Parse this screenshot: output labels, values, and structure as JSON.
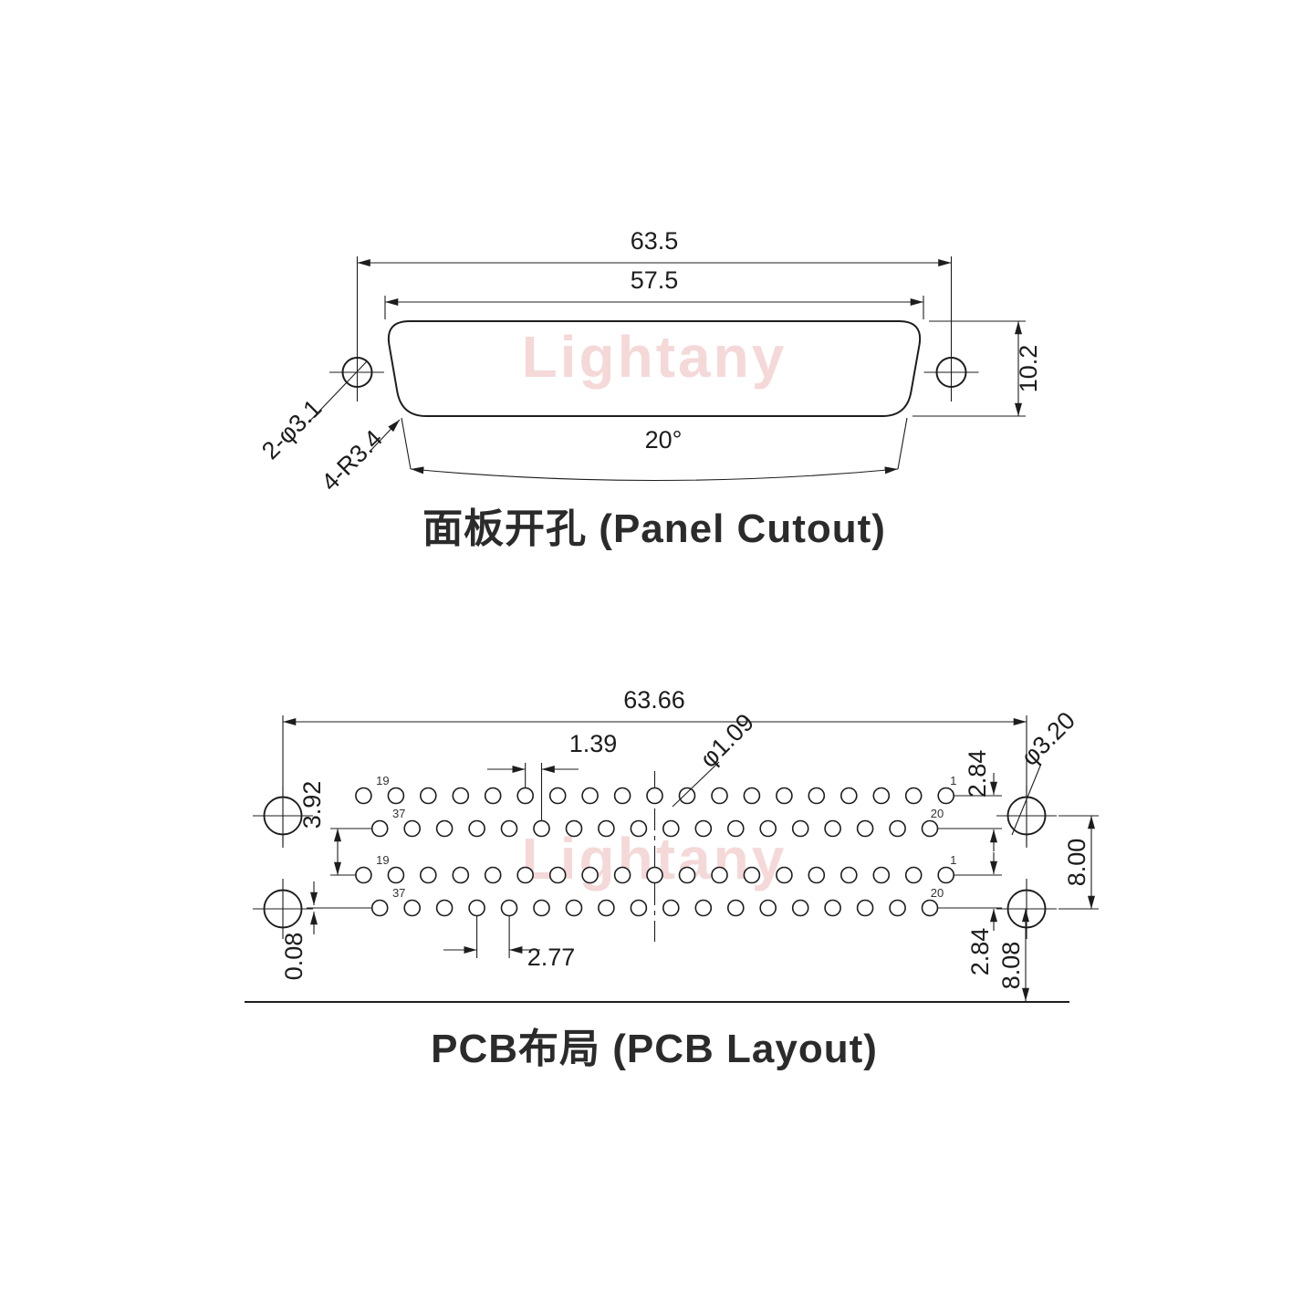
{
  "watermark": "Lightany",
  "panel_cutout": {
    "title": "面板开孔 (Panel Cutout)",
    "dim_total_width": "63.5",
    "dim_cutout_width": "57.5",
    "dim_height": "10.2",
    "dim_side_angle": "20°",
    "label_mount_holes": "2-φ3.1",
    "label_corner_radius": "4-R3.4"
  },
  "pcb_layout": {
    "title": "PCB布局 (PCB Layout)",
    "dim_total_width": "63.66",
    "dim_row_offset": "1.39",
    "dim_pin_hole_dia": "φ1.09",
    "dim_row_gap_upper": "2.84",
    "dim_mount_hole_dia": "φ3.20",
    "dim_port_gap": "3.92",
    "dim_mount_hole_spacing": "8.00",
    "dim_pin_pitch": "2.77",
    "dim_mount_row_offset": "0.08",
    "dim_row_gap_lower": "2.84",
    "dim_edge_distance": "8.08",
    "pin_rows": [
      {
        "holes": 19,
        "left_label": "19",
        "right_label": "1"
      },
      {
        "holes": 18,
        "left_label": "37",
        "right_label": "20"
      },
      {
        "holes": 19,
        "left_label": "19",
        "right_label": "1"
      },
      {
        "holes": 18,
        "left_label": "37",
        "right_label": "20"
      }
    ]
  }
}
